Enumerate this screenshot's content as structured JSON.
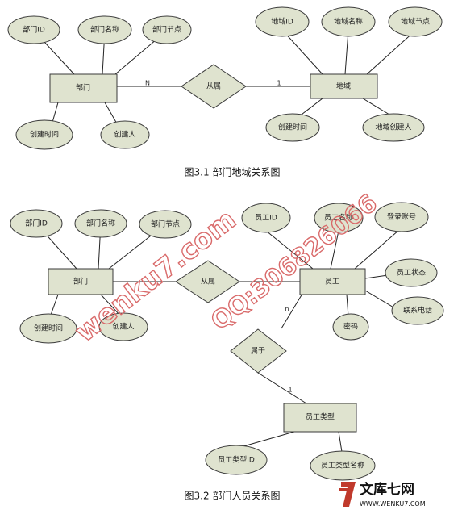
{
  "diagram1": {
    "caption": "图3.1  部门地域关系图",
    "entities": {
      "dept": "部门",
      "region": "地域"
    },
    "relationship": "从属",
    "cardinality": {
      "left": "N",
      "right": "1"
    },
    "dept_attrs": [
      "部门ID",
      "部门名称",
      "部门节点",
      "创建时间",
      "创建人"
    ],
    "region_attrs": [
      "地域ID",
      "地域名称",
      "地域节点",
      "创建时间",
      "地域创建人"
    ]
  },
  "diagram2": {
    "caption": "图3.2  部门人员关系图",
    "entities": {
      "dept": "部门",
      "employee": "员工",
      "emp_type": "员工类型"
    },
    "relationships": {
      "belongs": "从属",
      "of_type": "属于"
    },
    "cardinality": {
      "emp_to_type_top": "n",
      "emp_to_type_bottom": "1"
    },
    "dept_attrs": [
      "部门ID",
      "部门名称",
      "部门节点",
      "创建时间",
      "创建人"
    ],
    "emp_attrs": [
      "员工ID",
      "员工名称",
      "登录账号",
      "员工状态",
      "联系电话",
      "密码"
    ],
    "type_attrs": [
      "员工类型ID",
      "员工类型名称"
    ]
  },
  "watermark": {
    "text1": "wenku7.com",
    "text2": "QQ:306826066"
  },
  "logo": {
    "text": "文库七网",
    "url": "WWW.WENKU7.COM",
    "brand_color": "#c0392b"
  }
}
